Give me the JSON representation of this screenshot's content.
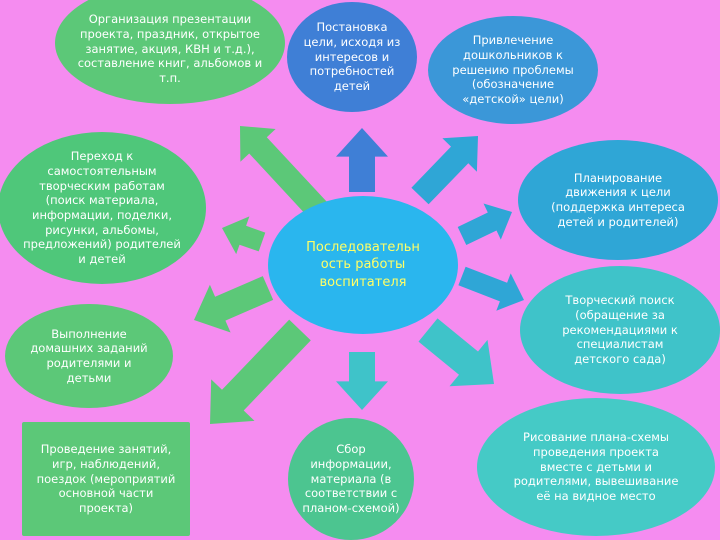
{
  "center": {
    "text": "Последовательн ость работы воспитателя",
    "color": "#2ab6ee",
    "text_color": "#ffff66"
  },
  "nodes": {
    "organization": {
      "text": "Организация презентации проекта, праздник, открытое занятие, акция, КВН и т.д.), составление книг, альбомов и т.п.",
      "color": "#5cc878"
    },
    "goal_setting": {
      "text": "Постановка цели, исходя из интересов и потребностей детей",
      "color": "#3f7fd6"
    },
    "involvement": {
      "text": "Привлечение дошкольников к решению проблемы (обозначение «детской» цели)",
      "color": "#3b97d8"
    },
    "transition": {
      "text": "Переход к самостоятельным творческим работам (поиск материала, информации, поделки, рисунки, альбомы, предложений) родителей и детей",
      "color": "#4fc77a"
    },
    "planning": {
      "text": "Планирование движения к цели (поддержка интереса детей и родителей)",
      "color": "#2fa6d6"
    },
    "creative_search": {
      "text": "Творческий поиск (обращение за рекомендациями к специалистам детского сада)",
      "color": "#3fc3c9"
    },
    "homework": {
      "text": "Выполнение домашних заданий родителями и детьми",
      "color": "#5cc878"
    },
    "lessons": {
      "text": "Проведение занятий, игр, наблюдений, поездок (мероприятий основной части проекта)",
      "color": "#5cc878"
    },
    "collection": {
      "text": "Сбор информации, материала (в соответствии с планом-схемой)",
      "color": "#4cc590"
    },
    "drawing_plan": {
      "text": "Рисование плана-схемы проведения проекта вместе с детьми и родителями, вывешивание её на видное место",
      "color": "#45cac6"
    }
  },
  "colors": {
    "background": "#f58cf0",
    "arrow_green": "#5cc878",
    "arrow_blue": "#3f7fd6",
    "arrow_lightblue": "#2fa6d6",
    "arrow_teal": "#3fc3c9"
  }
}
